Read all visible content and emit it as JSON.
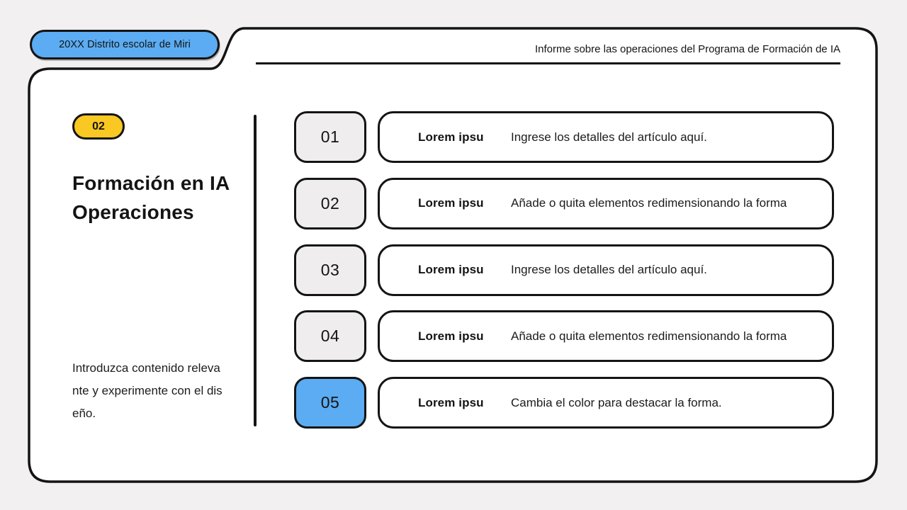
{
  "colors": {
    "page_bg": "#f2f0f0",
    "blue": "#5bacf2",
    "yellow": "#f9c822",
    "graybox": "#efeded",
    "ink": "#141414"
  },
  "badge": {
    "label": "20XX Distrito escolar de Miri"
  },
  "header": {
    "title": "Informe sobre las operaciones del Programa de Formación de IA"
  },
  "sidebar": {
    "step_badge": "02",
    "title_line1": "Formación en IA",
    "title_line2": "Operaciones",
    "description_lines": [
      "Introduzca contenido releva",
      "nte y experimente con el dis",
      "eño."
    ]
  },
  "list": {
    "items": [
      {
        "number": "01",
        "label": "Lorem ipsu",
        "description": "Ingrese los detalles del artículo aquí.",
        "highlight": false
      },
      {
        "number": "02",
        "label": "Lorem ipsu",
        "description": "Añade o quita elementos redimensionando la forma",
        "highlight": false
      },
      {
        "number": "03",
        "label": "Lorem ipsu",
        "description": "Ingrese los detalles del artículo aquí.",
        "highlight": false
      },
      {
        "number": "04",
        "label": "Lorem ipsu",
        "description": "Añade o quita elementos redimensionando la forma",
        "highlight": false
      },
      {
        "number": "05",
        "label": "Lorem ipsu",
        "description": "Cambia el color para destacar la forma.",
        "highlight": true
      }
    ]
  }
}
